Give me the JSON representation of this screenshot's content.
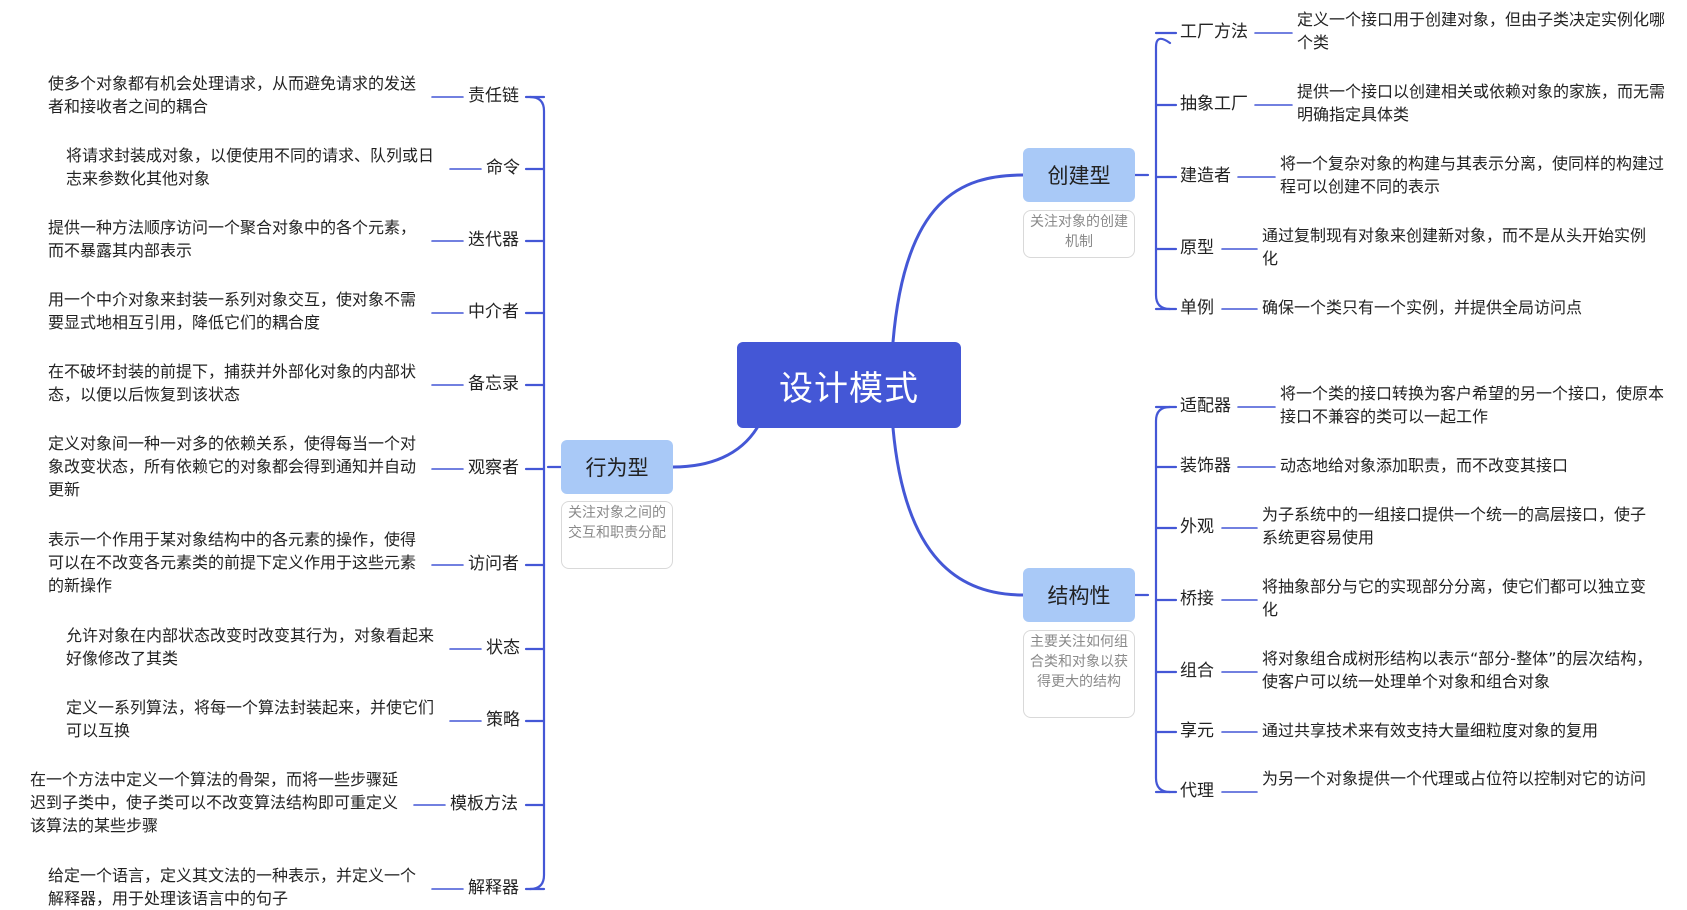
{
  "root": {
    "label": "设计模式"
  },
  "accent_color": "#4457d6",
  "branch_color": "#a9c9f7",
  "branches": [
    {
      "label": "创建型",
      "note": "关注对象的创建机制",
      "patterns": [
        {
          "name": "工厂方法",
          "desc": "定义一个接口用于创建对象，但由子类决定实例化哪个类"
        },
        {
          "name": "抽象工厂",
          "desc": "提供一个接口以创建相关或依赖对象的家族，而无需明确指定具体类"
        },
        {
          "name": "建造者",
          "desc": "将一个复杂对象的构建与其表示分离，使同样的构建过程可以创建不同的表示"
        },
        {
          "name": "原型",
          "desc": "通过复制现有对象来创建新对象，而不是从头开始实例化"
        },
        {
          "name": "单例",
          "desc": "确保一个类只有一个实例，并提供全局访问点"
        }
      ]
    },
    {
      "label": "结构性",
      "note": "主要关注如何组合类和对象以获得更大的结构",
      "patterns": [
        {
          "name": "适配器",
          "desc": "将一个类的接口转换为客户希望的另一个接口，使原本接口不兼容的类可以一起工作"
        },
        {
          "name": "装饰器",
          "desc": "动态地给对象添加职责，而不改变其接口"
        },
        {
          "name": "外观",
          "desc": "为子系统中的一组接口提供一个统一的高层接口，使子系统更容易使用"
        },
        {
          "name": "桥接",
          "desc": "将抽象部分与它的实现部分分离，使它们都可以独立变化"
        },
        {
          "name": "组合",
          "desc": "将对象组合成树形结构以表示“部分-整体”的层次结构，使客户可以统一处理单个对象和组合对象"
        },
        {
          "name": "享元",
          "desc": "通过共享技术来有效支持大量细粒度对象的复用"
        },
        {
          "name": "代理",
          "desc": "为另一个对象提供一个代理或占位符以控制对它的访问"
        }
      ]
    },
    {
      "label": "行为型",
      "note": "关注对象之间的交互和职责分配",
      "patterns": [
        {
          "name": "责任链",
          "desc": "使多个对象都有机会处理请求，从而避免请求的发送者和接收者之间的耦合"
        },
        {
          "name": "命令",
          "desc": "将请求封装成对象，以便使用不同的请求、队列或日志来参数化其他对象"
        },
        {
          "name": "迭代器",
          "desc": "提供一种方法顺序访问一个聚合对象中的各个元素，而不暴露其内部表示"
        },
        {
          "name": "中介者",
          "desc": "用一个中介对象来封装一系列对象交互，使对象不需要显式地相互引用，降低它们的耦合度"
        },
        {
          "name": "备忘录",
          "desc": "在不破坏封装的前提下，捕获并外部化对象的内部状态，以便以后恢复到该状态"
        },
        {
          "name": "观察者",
          "desc": "定义对象间一种一对多的依赖关系，使得每当一个对象改变状态，所有依赖它的对象都会得到通知并自动更新"
        },
        {
          "name": "访问者",
          "desc": "表示一个作用于某对象结构中的各元素的操作，使得可以在不改变各元素类的前提下定义作用于这些元素的新操作"
        },
        {
          "name": "状态",
          "desc": "允许对象在内部状态改变时改变其行为，对象看起来好像修改了其类"
        },
        {
          "name": "策略",
          "desc": "定义一系列算法，将每一个算法封装起来，并使它们可以互换"
        },
        {
          "name": "模板方法",
          "desc": "在一个方法中定义一个算法的骨架，而将一些步骤延迟到子类中，使子类可以不改变算法结构即可重定义该算法的某些步骤"
        },
        {
          "name": "解释器",
          "desc": "给定一个语言，定义其文法的一种表示，并定义一个解释器，用于处理该语言中的句子"
        }
      ]
    }
  ]
}
